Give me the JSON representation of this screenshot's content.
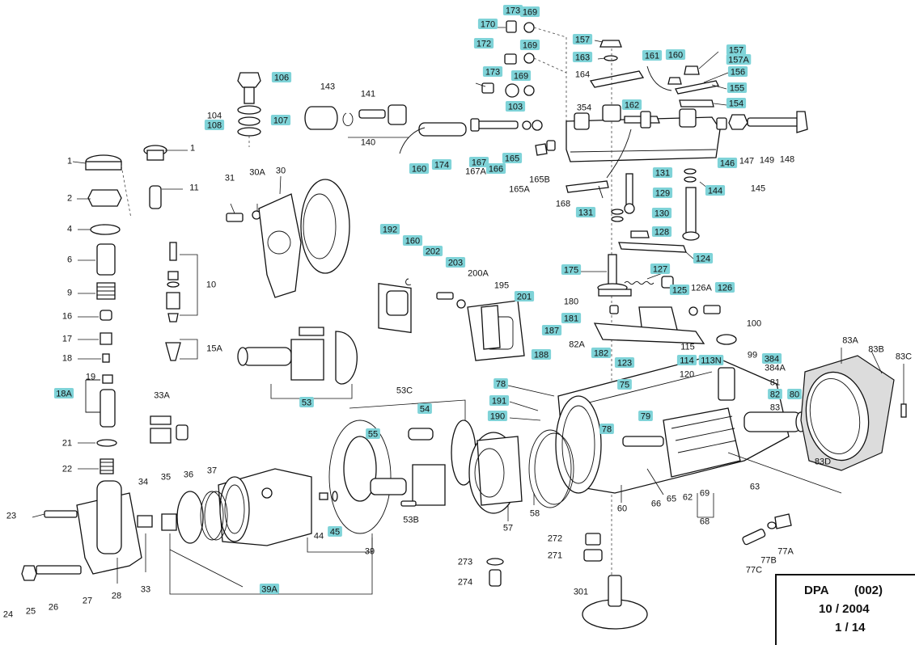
{
  "title_block": {
    "model": "DPA",
    "code": "(002)",
    "date": "10 / 2004",
    "page": "1 / 14"
  },
  "colors": {
    "highlight": "#7fd3d8",
    "ink": "#111111",
    "background": "#ffffff"
  },
  "labels": [
    {
      "id": "l173a",
      "text": "173",
      "hl": true
    },
    {
      "id": "l169a",
      "text": "169",
      "hl": true
    },
    {
      "id": "l170",
      "text": "170",
      "hl": true
    },
    {
      "id": "l172",
      "text": "172",
      "hl": true
    },
    {
      "id": "l169b",
      "text": "169",
      "hl": true
    },
    {
      "id": "l173b",
      "text": "173",
      "hl": true
    },
    {
      "id": "l169c",
      "text": "169",
      "hl": true
    },
    {
      "id": "l103",
      "text": "103",
      "hl": true
    },
    {
      "id": "l157a",
      "text": "157",
      "hl": true
    },
    {
      "id": "l163",
      "text": "163",
      "hl": true
    },
    {
      "id": "l161",
      "text": "161",
      "hl": true
    },
    {
      "id": "l160a",
      "text": "160",
      "hl": true
    },
    {
      "id": "l157b",
      "text": "157",
      "hl": true
    },
    {
      "id": "l157A",
      "text": "157A",
      "hl": true
    },
    {
      "id": "l156",
      "text": "156",
      "hl": true
    },
    {
      "id": "l155",
      "text": "155",
      "hl": true
    },
    {
      "id": "l154",
      "text": "154",
      "hl": true
    },
    {
      "id": "l164",
      "text": "164",
      "hl": false
    },
    {
      "id": "l354",
      "text": "354",
      "hl": false
    },
    {
      "id": "l162",
      "text": "162",
      "hl": true
    },
    {
      "id": "l106",
      "text": "106",
      "hl": true
    },
    {
      "id": "l104",
      "text": "104",
      "hl": false
    },
    {
      "id": "l108",
      "text": "108",
      "hl": true
    },
    {
      "id": "l107",
      "text": "107",
      "hl": true
    },
    {
      "id": "l143",
      "text": "143",
      "hl": false
    },
    {
      "id": "l141",
      "text": "141",
      "hl": false
    },
    {
      "id": "l140",
      "text": "140",
      "hl": false
    },
    {
      "id": "l160b",
      "text": "160",
      "hl": true
    },
    {
      "id": "l174",
      "text": "174",
      "hl": true
    },
    {
      "id": "l167",
      "text": "167",
      "hl": true
    },
    {
      "id": "l167A",
      "text": "167A",
      "hl": false
    },
    {
      "id": "l166",
      "text": "166",
      "hl": true
    },
    {
      "id": "l165",
      "text": "165",
      "hl": true
    },
    {
      "id": "l165A",
      "text": "165A",
      "hl": false
    },
    {
      "id": "l165B",
      "text": "165B",
      "hl": false
    },
    {
      "id": "l146",
      "text": "146",
      "hl": true
    },
    {
      "id": "l147",
      "text": "147",
      "hl": false
    },
    {
      "id": "l149",
      "text": "149",
      "hl": false
    },
    {
      "id": "l148",
      "text": "148",
      "hl": false
    },
    {
      "id": "l145",
      "text": "145",
      "hl": false
    },
    {
      "id": "l144",
      "text": "144",
      "hl": true
    },
    {
      "id": "l131a",
      "text": "131",
      "hl": true
    },
    {
      "id": "l131b",
      "text": "131",
      "hl": true
    },
    {
      "id": "l129",
      "text": "129",
      "hl": true
    },
    {
      "id": "l130",
      "text": "130",
      "hl": true
    },
    {
      "id": "l128",
      "text": "128",
      "hl": true
    },
    {
      "id": "l124",
      "text": "124",
      "hl": true
    },
    {
      "id": "l168",
      "text": "168",
      "hl": false
    },
    {
      "id": "l1a",
      "text": "1",
      "hl": false
    },
    {
      "id": "l1b",
      "text": "1",
      "hl": false
    },
    {
      "id": "l2",
      "text": "2",
      "hl": false
    },
    {
      "id": "l11",
      "text": "11",
      "hl": false
    },
    {
      "id": "l4",
      "text": "4",
      "hl": false
    },
    {
      "id": "l6",
      "text": "6",
      "hl": false
    },
    {
      "id": "l9",
      "text": "9",
      "hl": false
    },
    {
      "id": "l16",
      "text": "16",
      "hl": false
    },
    {
      "id": "l17",
      "text": "17",
      "hl": false
    },
    {
      "id": "l18",
      "text": "18",
      "hl": false
    },
    {
      "id": "l19",
      "text": "19",
      "hl": false
    },
    {
      "id": "l18A",
      "text": "18A",
      "hl": true
    },
    {
      "id": "l21",
      "text": "21",
      "hl": false
    },
    {
      "id": "l22",
      "text": "22",
      "hl": false
    },
    {
      "id": "l10",
      "text": "10",
      "hl": false
    },
    {
      "id": "l15A",
      "text": "15A",
      "hl": false
    },
    {
      "id": "l31",
      "text": "31",
      "hl": false
    },
    {
      "id": "l30A",
      "text": "30A",
      "hl": false
    },
    {
      "id": "l30",
      "text": "30",
      "hl": false
    },
    {
      "id": "l53",
      "text": "53",
      "hl": true
    },
    {
      "id": "l33A",
      "text": "33A",
      "hl": false
    },
    {
      "id": "l192",
      "text": "192",
      "hl": true
    },
    {
      "id": "l160c",
      "text": "160",
      "hl": true
    },
    {
      "id": "l202",
      "text": "202",
      "hl": true
    },
    {
      "id": "l203",
      "text": "203",
      "hl": true
    },
    {
      "id": "l200A",
      "text": "200A",
      "hl": false
    },
    {
      "id": "l195",
      "text": "195",
      "hl": false
    },
    {
      "id": "l201",
      "text": "201",
      "hl": true
    },
    {
      "id": "l175",
      "text": "175",
      "hl": true
    },
    {
      "id": "l127",
      "text": "127",
      "hl": true
    },
    {
      "id": "l125",
      "text": "125",
      "hl": true
    },
    {
      "id": "l126A",
      "text": "126A",
      "hl": false
    },
    {
      "id": "l126",
      "text": "126",
      "hl": true
    },
    {
      "id": "l180",
      "text": "180",
      "hl": false
    },
    {
      "id": "l181",
      "text": "181",
      "hl": true
    },
    {
      "id": "l100",
      "text": "100",
      "hl": false
    },
    {
      "id": "l187",
      "text": "187",
      "hl": true
    },
    {
      "id": "l188",
      "text": "188",
      "hl": true
    },
    {
      "id": "l82A",
      "text": "82A",
      "hl": false
    },
    {
      "id": "l182",
      "text": "182",
      "hl": true
    },
    {
      "id": "l123",
      "text": "123",
      "hl": true
    },
    {
      "id": "l115",
      "text": "115",
      "hl": false
    },
    {
      "id": "l114",
      "text": "114",
      "hl": true
    },
    {
      "id": "l113N",
      "text": "113N",
      "hl": true
    },
    {
      "id": "l120",
      "text": "120",
      "hl": false
    },
    {
      "id": "l99",
      "text": "99",
      "hl": false
    },
    {
      "id": "l384",
      "text": "384",
      "hl": true
    },
    {
      "id": "l384A",
      "text": "384A",
      "hl": false
    },
    {
      "id": "l81",
      "text": "81",
      "hl": false
    },
    {
      "id": "l82",
      "text": "82",
      "hl": true
    },
    {
      "id": "l80",
      "text": "80",
      "hl": true
    },
    {
      "id": "l83",
      "text": "83",
      "hl": false
    },
    {
      "id": "l83A",
      "text": "83A",
      "hl": false
    },
    {
      "id": "l83B",
      "text": "83B",
      "hl": false
    },
    {
      "id": "l83C",
      "text": "83C",
      "hl": false
    },
    {
      "id": "l83D",
      "text": "83D",
      "hl": false
    },
    {
      "id": "l78a",
      "text": "78",
      "hl": true
    },
    {
      "id": "l191",
      "text": "191",
      "hl": true
    },
    {
      "id": "l190",
      "text": "190",
      "hl": true
    },
    {
      "id": "l75",
      "text": "75",
      "hl": true
    },
    {
      "id": "l78b",
      "text": "78",
      "hl": true
    },
    {
      "id": "l79",
      "text": "79",
      "hl": true
    },
    {
      "id": "l53C",
      "text": "53C",
      "hl": false
    },
    {
      "id": "l54",
      "text": "54",
      "hl": true
    },
    {
      "id": "l55",
      "text": "55",
      "hl": true
    },
    {
      "id": "l53B",
      "text": "53B",
      "hl": false
    },
    {
      "id": "l57",
      "text": "57",
      "hl": false
    },
    {
      "id": "l58",
      "text": "58",
      "hl": false
    },
    {
      "id": "l60",
      "text": "60",
      "hl": false
    },
    {
      "id": "l66",
      "text": "66",
      "hl": false
    },
    {
      "id": "l65",
      "text": "65",
      "hl": false
    },
    {
      "id": "l62",
      "text": "62",
      "hl": false
    },
    {
      "id": "l69",
      "text": "69",
      "hl": false
    },
    {
      "id": "l68",
      "text": "68",
      "hl": false
    },
    {
      "id": "l63",
      "text": "63",
      "hl": false
    },
    {
      "id": "l23",
      "text": "23",
      "hl": false
    },
    {
      "id": "l34",
      "text": "34",
      "hl": false
    },
    {
      "id": "l35",
      "text": "35",
      "hl": false
    },
    {
      "id": "l36",
      "text": "36",
      "hl": false
    },
    {
      "id": "l37",
      "text": "37",
      "hl": false
    },
    {
      "id": "l44",
      "text": "44",
      "hl": false
    },
    {
      "id": "l45",
      "text": "45",
      "hl": true
    },
    {
      "id": "l39",
      "text": "39",
      "hl": false
    },
    {
      "id": "l39A",
      "text": "39A",
      "hl": true
    },
    {
      "id": "l33",
      "text": "33",
      "hl": false
    },
    {
      "id": "l28",
      "text": "28",
      "hl": false
    },
    {
      "id": "l27",
      "text": "27",
      "hl": false
    },
    {
      "id": "l26",
      "text": "26",
      "hl": false
    },
    {
      "id": "l25",
      "text": "25",
      "hl": false
    },
    {
      "id": "l24",
      "text": "24",
      "hl": false
    },
    {
      "id": "l272",
      "text": "272",
      "hl": false
    },
    {
      "id": "l271",
      "text": "271",
      "hl": false
    },
    {
      "id": "l273",
      "text": "273",
      "hl": false
    },
    {
      "id": "l274",
      "text": "274",
      "hl": false
    },
    {
      "id": "l301",
      "text": "301",
      "hl": false
    },
    {
      "id": "l77C",
      "text": "77C",
      "hl": false
    },
    {
      "id": "l77B",
      "text": "77B",
      "hl": false
    },
    {
      "id": "l77A",
      "text": "77A",
      "hl": false
    }
  ]
}
